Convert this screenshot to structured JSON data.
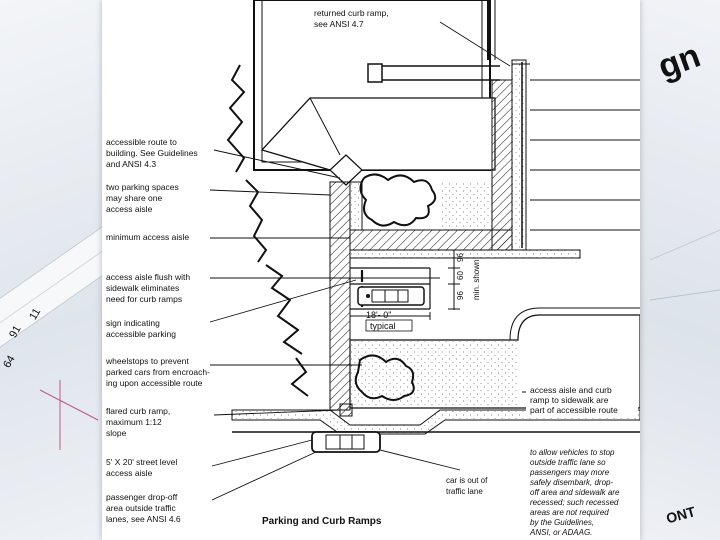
{
  "callouts": {
    "returned_curb_ramp": [
      "returned curb ramp,",
      "see ANSI 4.7"
    ],
    "accessible_route": [
      "accessible route to",
      "building. See Guidelines",
      "and ANSI 4.3"
    ],
    "two_spaces": [
      "two parking spaces",
      "may share one",
      "access aisle"
    ],
    "min_aisle": [
      "minimum access aisle"
    ],
    "aisle_flush": [
      "access aisle flush with",
      "sidewalk eliminates",
      "need for curb ramps"
    ],
    "sign": [
      "sign indicating",
      "accessible parking"
    ],
    "wheelstops": [
      "wheelstops to prevent",
      "parked cars from encroach-",
      "ing upon accessible route"
    ],
    "flared_ramp": [
      "flared curb ramp,",
      "maximum 1:12",
      "slope"
    ],
    "street_level": [
      "5' X 20' street level",
      "access aisle"
    ],
    "dropoff": [
      "passenger drop-off",
      "area outside traffic",
      "lanes, see ANSI 4.6"
    ],
    "aisle_part": [
      "access aisle and curb",
      "ramp to sidewalk are",
      "part of accessible route"
    ],
    "traffic_note": [
      "to allow vehicles to stop",
      "outside traffic lane so",
      "passengers may more",
      "safely disembark, drop-",
      "off area and sidewalk are",
      "recessed; such recessed",
      "areas are not required",
      "by the Guidelines,",
      "ANSI, or ADAAG."
    ],
    "car_out": [
      "car is out of",
      "traffic lane"
    ]
  },
  "dimensions": {
    "d96_top": "96",
    "d60": "60",
    "d96_bottom": "96",
    "min_shown": "min. shown",
    "width": "18'- 0\"",
    "typical": "typical"
  },
  "caption": "Parking and Curb Ramps",
  "bg_text": {
    "ruler": [
      "91",
      "11",
      "64"
    ],
    "corner": "gn",
    "lower_right": "ONT"
  },
  "colors": {
    "ink": "#111111",
    "paper": "#ffffff",
    "backdrop": "#e6ebf0"
  }
}
